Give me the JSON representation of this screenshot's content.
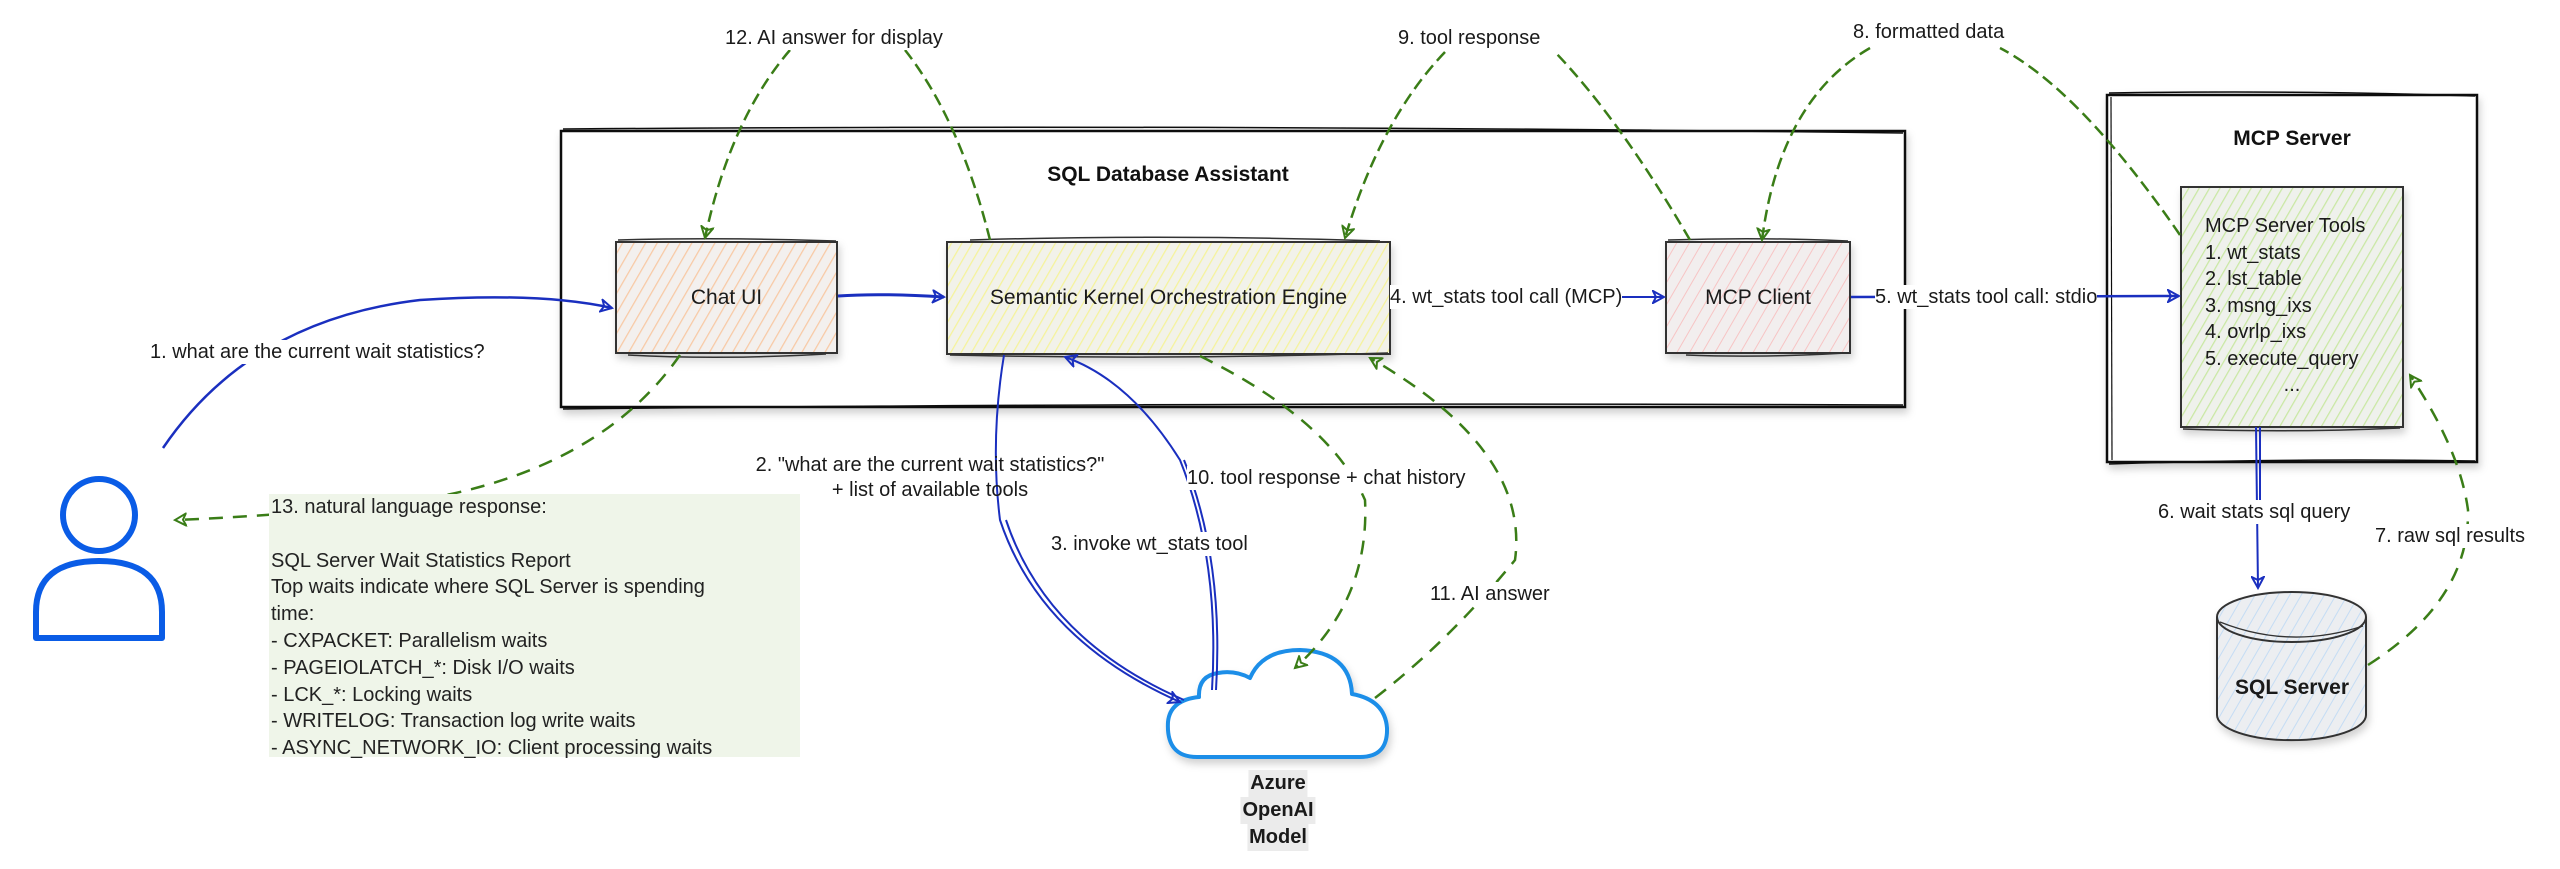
{
  "colors": {
    "flow_blue": "#1a2fbf",
    "response_green": "#3a7d17",
    "user_blue": "#0a5ce6",
    "cloud_blue": "#1c8ee8",
    "chat_ui_fill": "#f8c9a4",
    "engine_fill": "#f5f39a",
    "mcp_client_fill": "#f7c4c4",
    "tools_fill": "#c9e8a3",
    "sql_server_fill": "#c4dcf4",
    "response_bg": "#eff5e9"
  },
  "containers": {
    "assistant_title": "SQL Database Assistant",
    "mcp_server_title": "MCP Server"
  },
  "nodes": {
    "chat_ui": "Chat UI",
    "engine": "Semantic Kernel Orchestration Engine",
    "mcp_client": "MCP Client",
    "sql_server": "SQL Server",
    "azure_model": [
      "Azure",
      "OpenAI",
      "Model"
    ],
    "user_icon": "user-icon"
  },
  "mcp_tools": {
    "title": "MCP Server Tools",
    "items": [
      "1. wt_stats",
      "2. lst_table",
      "3. msng_ixs",
      "4. ovrlp_ixs",
      "5. execute_query"
    ],
    "more": "..."
  },
  "steps": {
    "s1": "1. what are the current wait statistics?",
    "s2_line1": "2. \"what are the current wait statistics?\"",
    "s2_line2": "+ list of available tools",
    "s3": "3. invoke wt_stats tool",
    "s4": "4. wt_stats tool call (MCP)",
    "s5": "5. wt_stats tool call: stdio",
    "s6": "6. wait stats sql query",
    "s7": "7. raw sql results",
    "s8": "8. formatted data",
    "s9": "9. tool response",
    "s10": "10. tool response + chat history",
    "s11": "11. AI answer",
    "s12": "12. AI answer for display"
  },
  "response": {
    "lines": [
      "13. natural language response:",
      "",
      "SQL Server Wait Statistics Report",
      "Top waits indicate where SQL Server is spending",
      "time:",
      "- CXPACKET: Parallelism waits",
      "- PAGEIOLATCH_*: Disk I/O waits",
      "- LCK_*: Locking waits",
      "- WRITELOG: Transaction log write waits",
      "- ASYNC_NETWORK_IO: Client processing waits"
    ]
  }
}
